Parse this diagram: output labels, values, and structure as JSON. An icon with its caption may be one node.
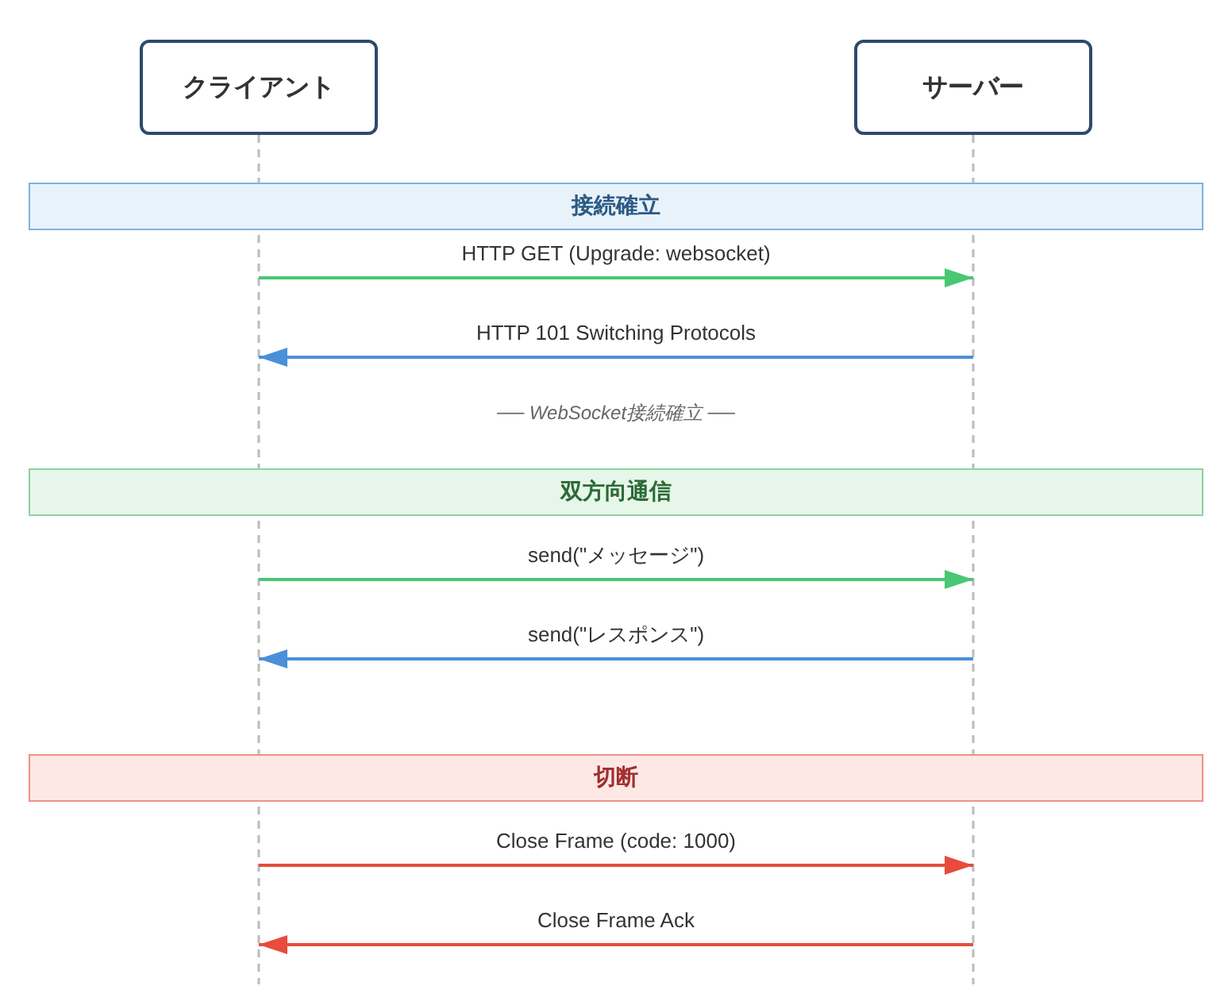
{
  "diagram": {
    "nodes": [
      {
        "text": [
          "クライアント"
        ]
      },
      {
        "text": [
          "サーバー"
        ]
      },
      {
        "text": [
          "接続確立"
        ]
      },
      {
        "text": [
          "双方向通信"
        ]
      },
      {
        "text": [
          "切断"
        ]
      }
    ],
    "edges": [
      {
        "from": 0,
        "to": 1,
        "arrow": "to",
        "label": "HTTP GET (Upgrade: websocket)",
        "color": "#48c774"
      },
      {
        "from": 1,
        "to": 0,
        "arrow": "to",
        "label": "HTTP 101 Switching Protocols",
        "color": "#4a90d9"
      },
      {
        "from": 0,
        "to": 1,
        "arrow": "to",
        "label": "send(\"メッセージ\")",
        "color": "#48c774"
      },
      {
        "from": 1,
        "to": 0,
        "arrow": "to",
        "label": "send(\"レスポンス\")",
        "color": "#4a90d9"
      },
      {
        "from": 0,
        "to": 1,
        "arrow": "to",
        "label": "Close Frame (code: 1000)",
        "color": "#e74c3c"
      },
      {
        "from": 1,
        "to": 0,
        "arrow": "to",
        "label": "Close Frame Ack",
        "color": "#e74c3c"
      }
    ],
    "labels": [
      "── WebSocket接続確立 ──"
    ]
  }
}
